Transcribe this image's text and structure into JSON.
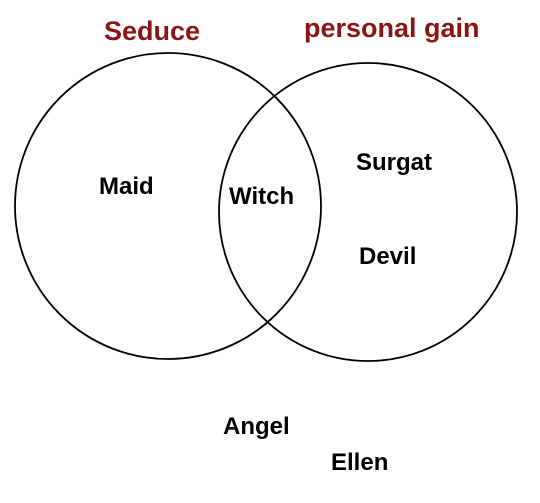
{
  "diagram": {
    "set_labels": {
      "left": "Seduce",
      "right": "personal gain"
    },
    "left_only": [
      "Maid"
    ],
    "intersection": [
      "Witch"
    ],
    "right_only": [
      "Surgat",
      "Devil"
    ],
    "outside": [
      "Angel",
      "Ellen"
    ],
    "colors": {
      "set_label": "#8b1414",
      "item_label": "#000000",
      "circle_stroke": "#000000"
    }
  }
}
